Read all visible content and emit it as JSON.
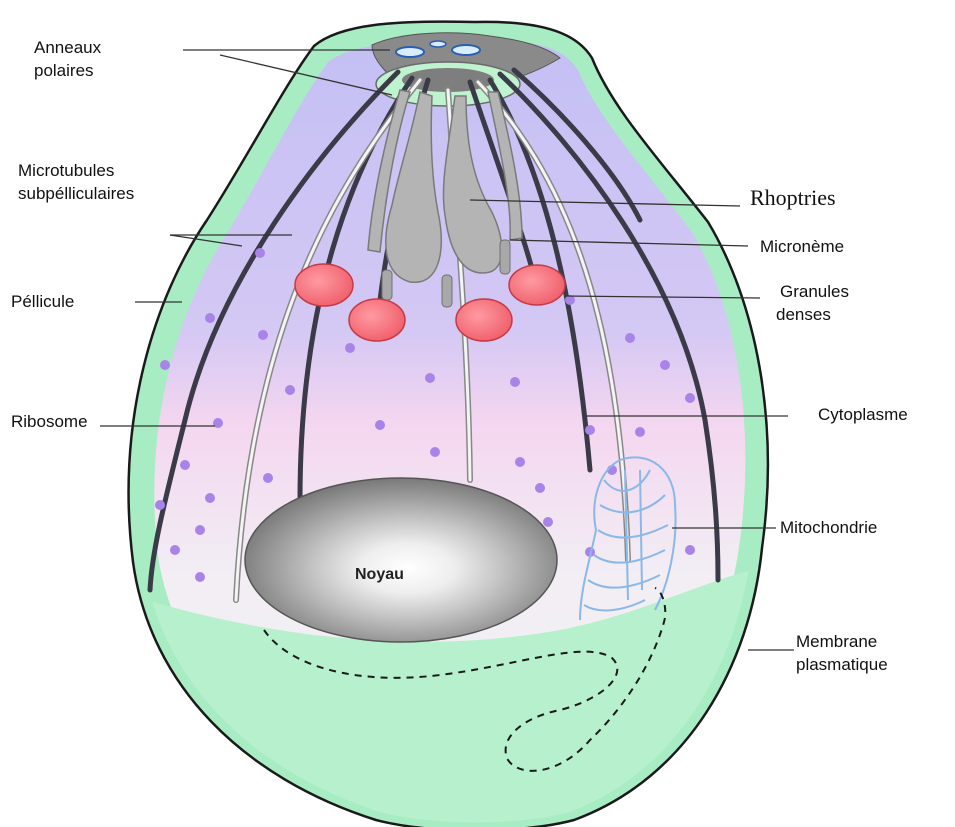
{
  "labels": {
    "anneaux_polaires": [
      "Anneaux",
      "polaires"
    ],
    "microtubules": [
      "Microtubules",
      "subpélliculaires"
    ],
    "pellicule": "Péllicule",
    "ribosome": "Ribosome",
    "rhoptries": "Rhoptries",
    "microneme": "Micronème",
    "granules_denses": [
      "Granules",
      "denses"
    ],
    "cytoplasme": "Cytoplasme",
    "mitochondrie": "Mitochondrie",
    "membrane_plasmatique": [
      "Membrane",
      "plasmatique"
    ],
    "noyau": "Noyau"
  },
  "colors": {
    "outer_membrane": "#a8ecc4",
    "apical_cytoplasm": "#c8c4f6",
    "mid_cytoplasm": "#f4d8f0",
    "lower_cytoplasm": "#f0f0f0",
    "posterior_zone": "#b6f0cc",
    "dense_granule": "#f2707a",
    "rhoptry": "#b4b4b4",
    "ribosome": "#a884e8",
    "microtubule": "#3a3a48",
    "mitochondrion": "#8ab8e8",
    "nucleus_dark": "#707070",
    "nucleus_light": "#ffffff"
  }
}
